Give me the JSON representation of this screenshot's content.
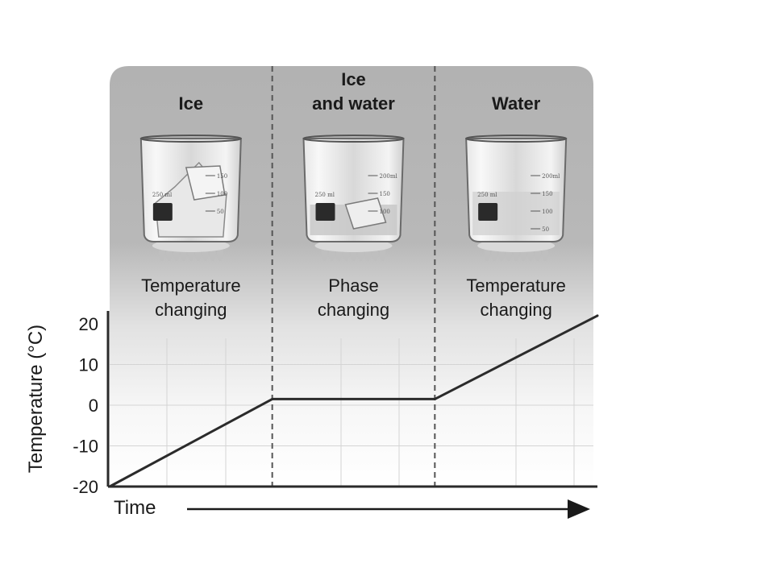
{
  "chart_data": {
    "type": "line",
    "ylabel": "Temperature (°C)",
    "xlabel": "Time",
    "ylim": [
      -20,
      22
    ],
    "yticks": [
      20,
      10,
      0,
      -10,
      -20
    ],
    "x": [
      0,
      4,
      8,
      12
    ],
    "series": [
      {
        "values": [
          -20,
          1.5,
          1.5,
          22
        ]
      }
    ],
    "phases": [
      {
        "header": [
          "Ice"
        ],
        "description": [
          "Temperature",
          "changing"
        ],
        "beaker": {
          "label": "250 ml",
          "marks": [
            "150",
            "100",
            "50"
          ]
        }
      },
      {
        "header": [
          "Ice",
          "and water"
        ],
        "description": [
          "Phase",
          "changing"
        ],
        "beaker": {
          "label": "250 ml",
          "marks": [
            "200ml",
            "150",
            "100"
          ]
        }
      },
      {
        "header": [
          "Water"
        ],
        "description": [
          "Temperature",
          "changing"
        ],
        "beaker": {
          "label": "250 ml",
          "marks": [
            "200ml",
            "150",
            "100",
            "50"
          ]
        }
      }
    ],
    "phase_boundaries": [
      4,
      8
    ],
    "grid": true,
    "colors": {
      "panel": "#b4b4b4",
      "line": "#2b2b2b",
      "grid": "#d4d4d4",
      "divider": "#555555"
    }
  }
}
